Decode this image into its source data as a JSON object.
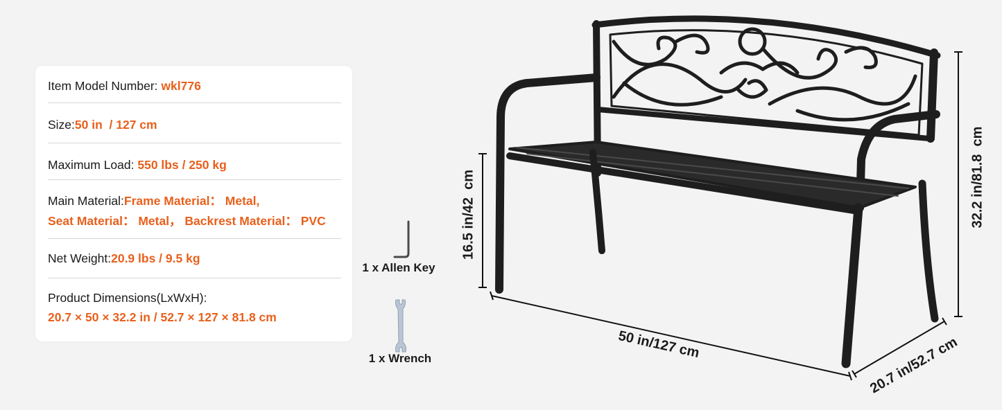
{
  "spec_card": {
    "rows": [
      {
        "label": "Item Model Number:",
        "value": "wkl776"
      },
      {
        "label": "Size:",
        "value": "50 in  / 127 cm"
      },
      {
        "label": "Maximum Load:",
        "value": "550 lbs / 250 kg"
      },
      {
        "label": "Main Material:",
        "value": "Frame Material： Metal,",
        "value_line2": "Seat Material： Metal， Backrest Material： PVC"
      },
      {
        "label": "Net Weight:",
        "value": "20.9 lbs / 9.5 kg"
      },
      {
        "label": "Product Dimensions(LxWxH):",
        "value": "20.7 × 50 × 32.2 in / 52.7 × 127 × 81.8 cm"
      }
    ]
  },
  "accessories": [
    {
      "label": "1 x Allen Key",
      "icon": "allen-key-icon"
    },
    {
      "label": "1 x Wrench",
      "icon": "wrench-icon"
    }
  ],
  "dimensions": {
    "seat_height": "16.5 in/42  cm",
    "total_height": "32.2 in/81.8  cm",
    "length": "50 in/127 cm",
    "depth": "20.7 in/52.7 cm"
  },
  "colors": {
    "accent": "#e8601c",
    "background": "#f3f3f3",
    "card": "#ffffff",
    "text": "#1a1a1a",
    "bench": "#1e1e1e"
  }
}
